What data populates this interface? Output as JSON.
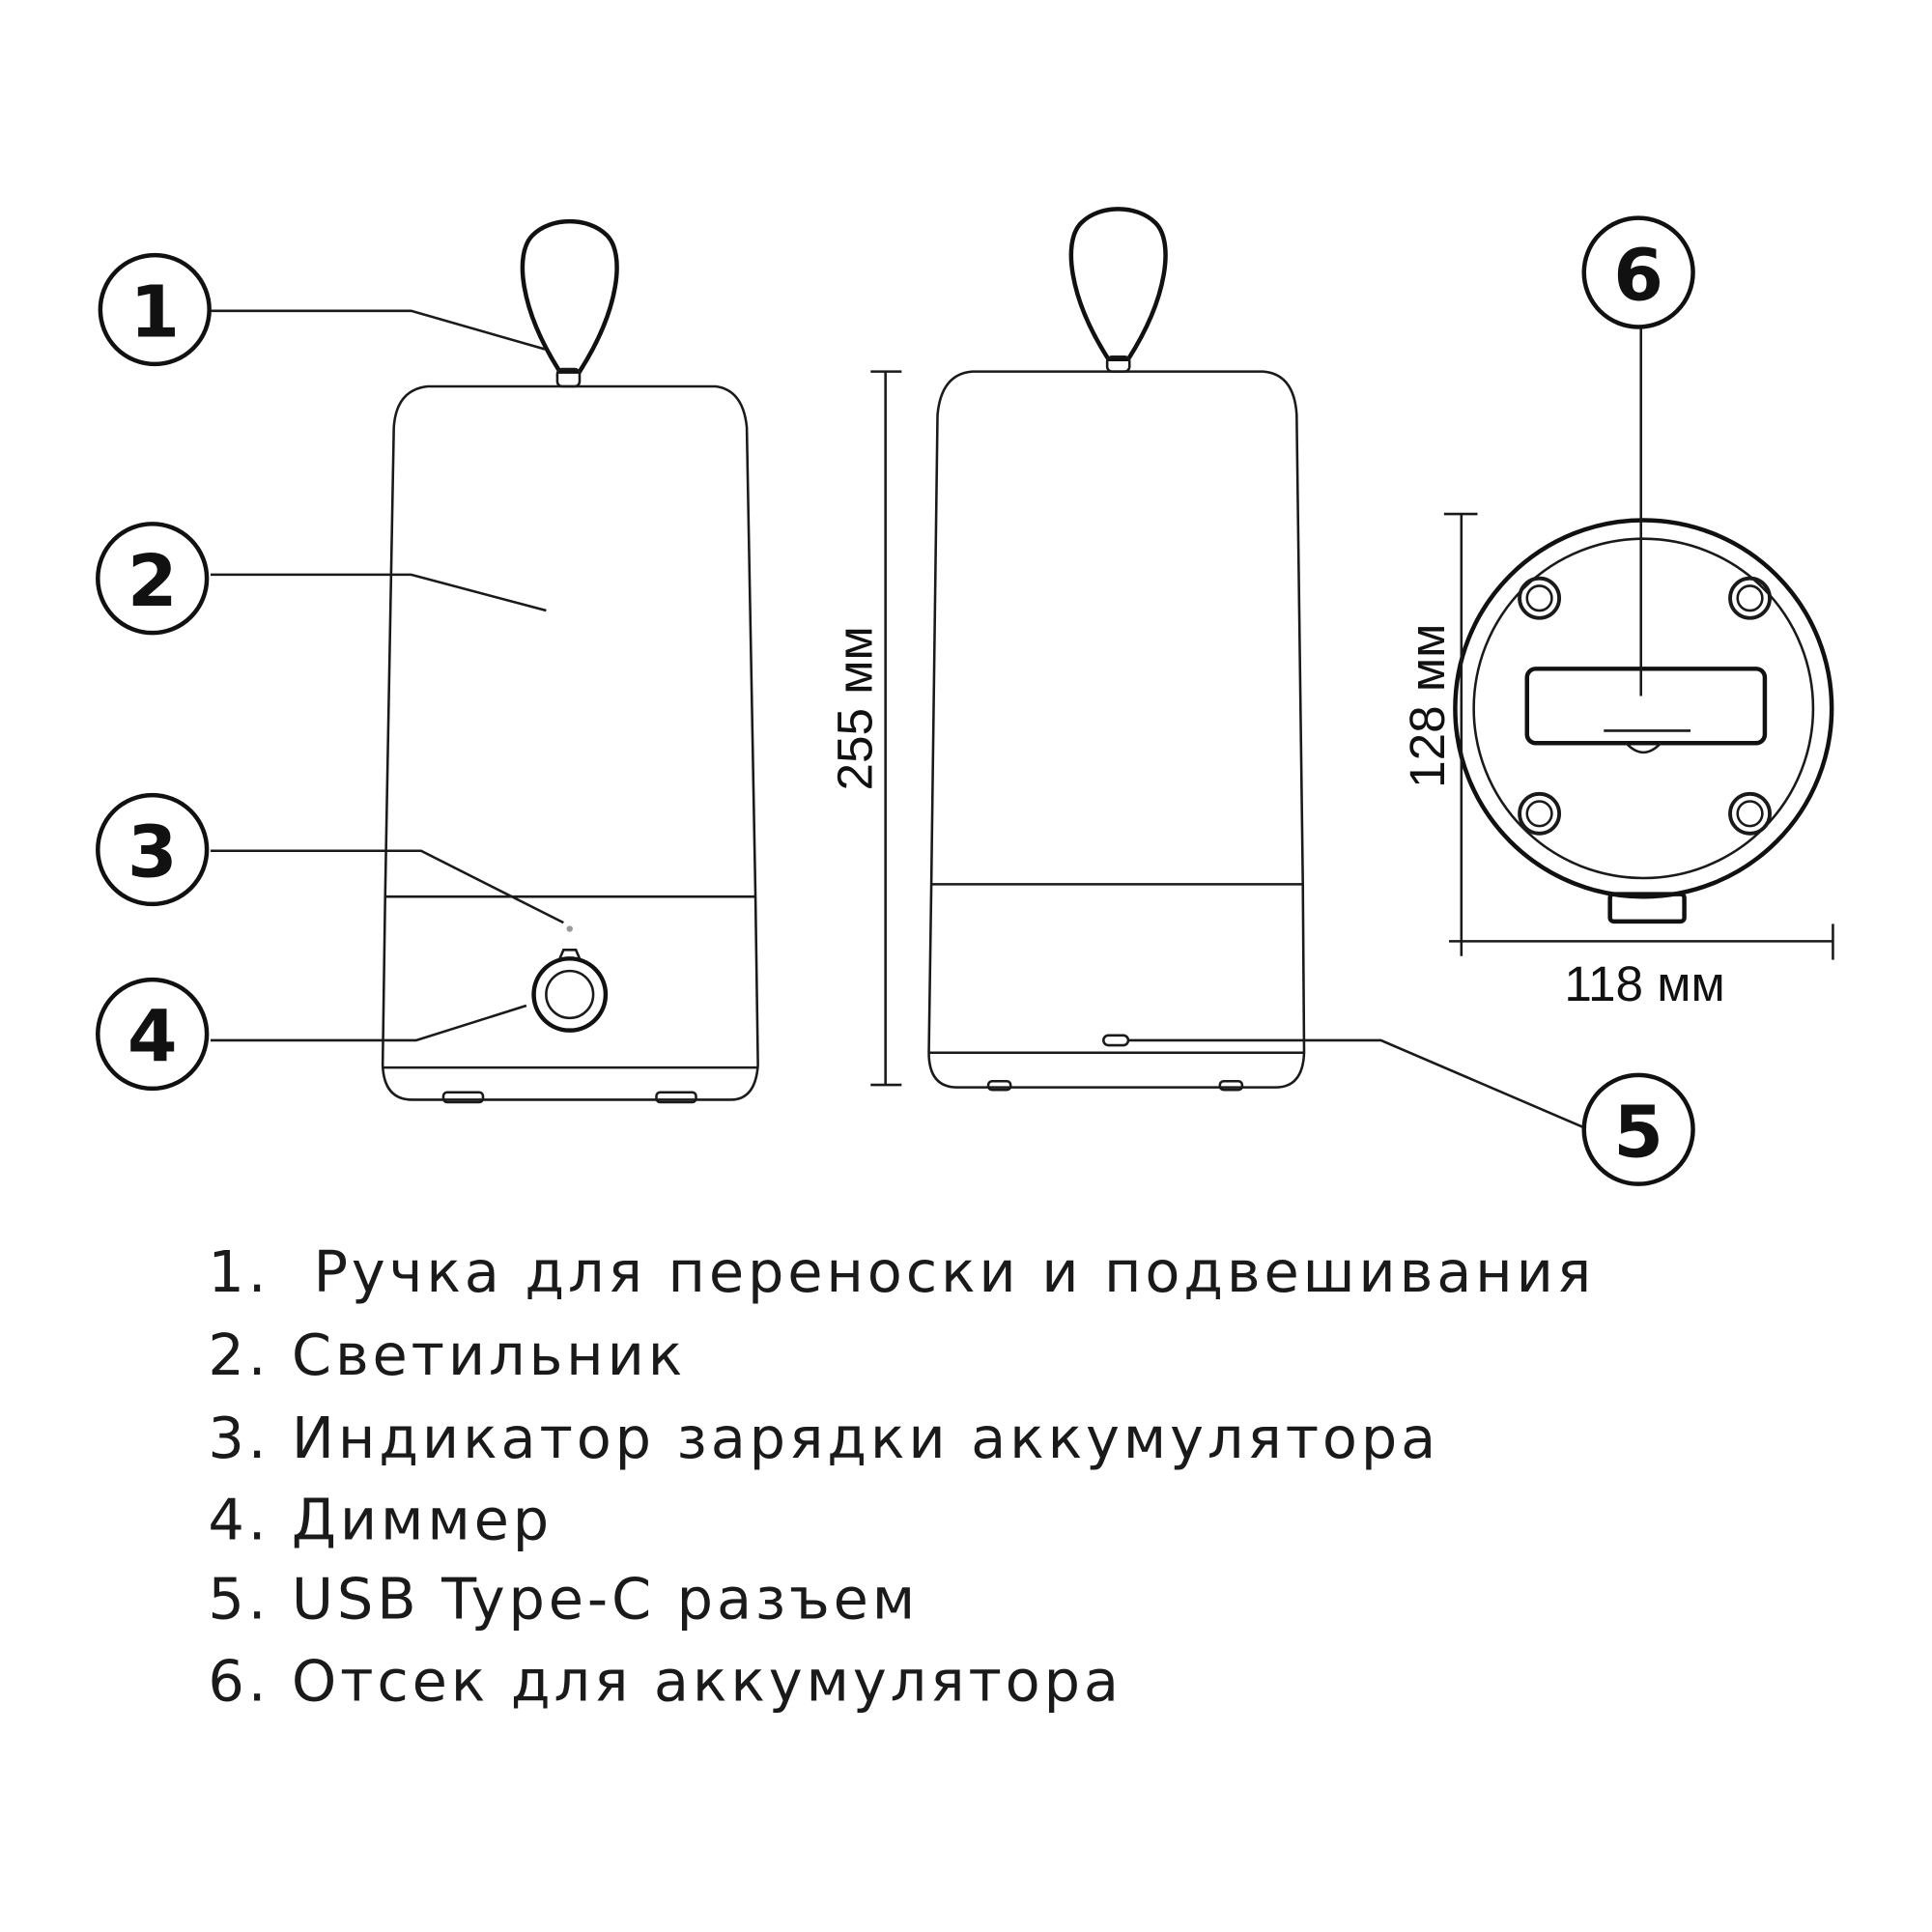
{
  "callouts": [
    "1",
    "2",
    "3",
    "4",
    "5",
    "6"
  ],
  "dimensions": {
    "height": "255 мм",
    "diameter_vertical": "128 мм",
    "diameter_horizontal": "118 мм"
  },
  "legend": [
    "1.  Ручка для переноски и подвешивания",
    "2. Светильник",
    "3. Индикатор зарядки аккумулятора",
    "4. Диммер",
    "5. USB Type-C разъем",
    "6. Отсек для аккумулятора"
  ]
}
